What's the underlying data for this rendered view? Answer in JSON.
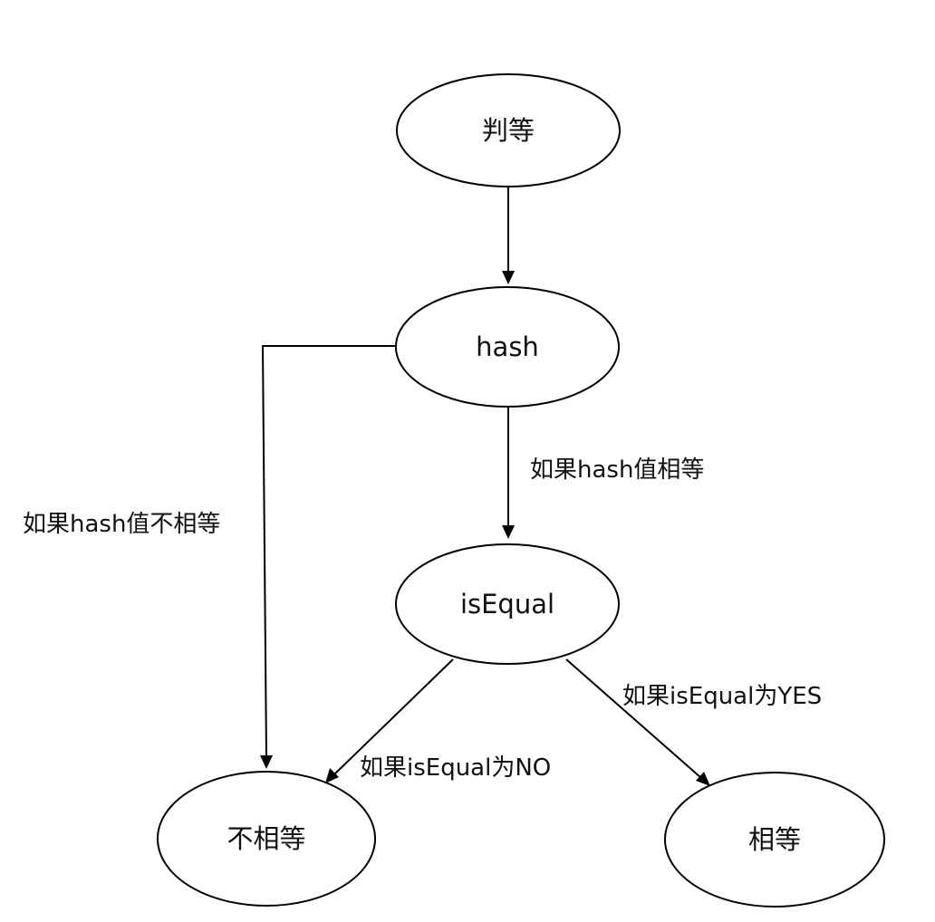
{
  "colors": {
    "background": "#ffffff",
    "stroke": "#000000",
    "text": "#111111"
  },
  "nodes": {
    "judge": {
      "label": "判等"
    },
    "hash": {
      "label": "hash"
    },
    "isequal": {
      "label": "isEqual"
    },
    "not_equal": {
      "label": "不相等"
    },
    "equal": {
      "label": "相等"
    }
  },
  "edges": {
    "judge_to_hash": {
      "label": ""
    },
    "hash_to_isequal": {
      "label": "如果hash值相等"
    },
    "hash_to_not_equal": {
      "label": "如果hash值不相等"
    },
    "isequal_to_not_equal": {
      "label": "如果isEqual为NO"
    },
    "isequal_to_equal": {
      "label": "如果isEqual为YES"
    }
  }
}
